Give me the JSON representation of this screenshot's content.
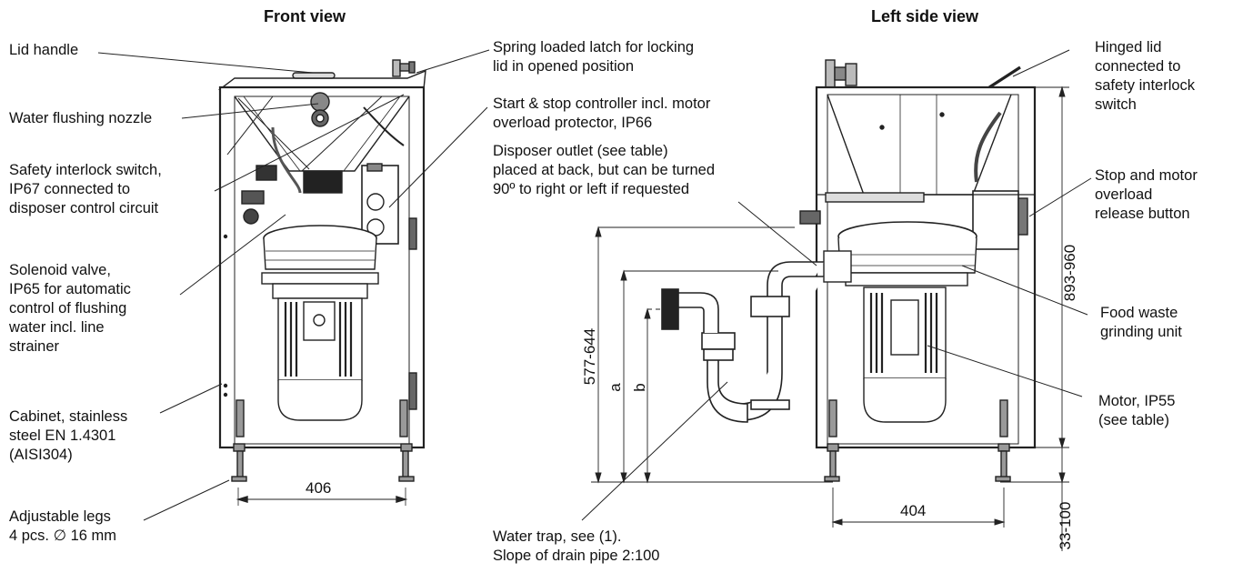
{
  "titles": {
    "front": "Front view",
    "side": "Left side view"
  },
  "labels": {
    "lid_handle": "Lid handle",
    "water_nozzle": "Water flushing nozzle",
    "interlock_switch": "Safety interlock switch,\nIP67 connected to\ndisposer control circuit",
    "solenoid_valve": "Solenoid valve,\nIP65 for automatic\ncontrol of flushing\nwater incl. line\nstrainer",
    "cabinet": "Cabinet, stainless\nsteel EN 1.4301\n(AISI304)",
    "adjustable_legs": "Adjustable legs\n4 pcs. ∅ 16 mm",
    "spring_latch": "Spring loaded latch for locking\nlid in opened position",
    "controller": "Start & stop controller incl. motor\noverload protector, IP66",
    "disposer_outlet": "Disposer outlet (see table)\nplaced at back, but can be turned\n90º to right or left if requested",
    "water_trap": "Water trap, see (1).\nSlope of drain pipe 2:100",
    "hinged_lid": "Hinged lid\nconnected to\nsafety interlock\nswitch",
    "stop_button": "Stop and motor\noverload\nrelease button",
    "grinding_unit": "Food waste\ngrinding unit",
    "motor": "Motor, IP55\n(see table)"
  },
  "dimensions": {
    "front_width": "406",
    "side_width": "404",
    "height_total": "893-960",
    "leg_height": "33-100",
    "outlet_height": "577-644",
    "dim_a": "a",
    "dim_b": "b"
  }
}
